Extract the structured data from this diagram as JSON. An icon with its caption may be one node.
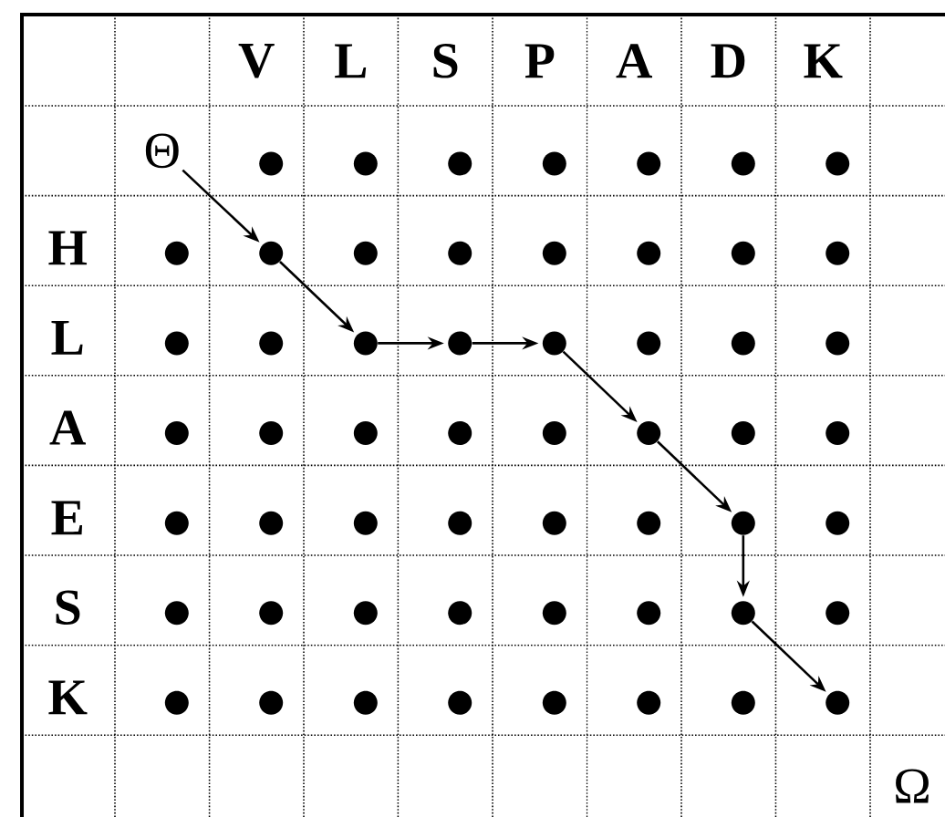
{
  "diagram": {
    "nodes": [
      {
        "text": [
          "Θ"
        ]
      },
      {
        "text": [],
        "shape": "circle"
      },
      {
        "text": [],
        "shape": "circle"
      },
      {
        "text": [],
        "shape": "circle"
      },
      {
        "text": [],
        "shape": "circle"
      },
      {
        "text": [],
        "shape": "circle"
      },
      {
        "text": [],
        "shape": "circle"
      },
      {
        "text": [],
        "shape": "circle"
      },
      {
        "text": [],
        "shape": "circle"
      },
      {
        "text": [],
        "shape": "circle"
      },
      {
        "text": [],
        "shape": "circle"
      },
      {
        "text": [],
        "shape": "circle"
      },
      {
        "text": [],
        "shape": "circle"
      },
      {
        "text": [],
        "shape": "circle"
      },
      {
        "text": [],
        "shape": "circle"
      },
      {
        "text": [],
        "shape": "circle"
      },
      {
        "text": [],
        "shape": "circle"
      },
      {
        "text": [],
        "shape": "circle"
      },
      {
        "text": [],
        "shape": "circle"
      },
      {
        "text": [],
        "shape": "circle"
      },
      {
        "text": [],
        "shape": "circle"
      },
      {
        "text": [],
        "shape": "circle"
      },
      {
        "text": [],
        "shape": "circle"
      },
      {
        "text": [],
        "shape": "circle"
      },
      {
        "text": [],
        "shape": "circle"
      },
      {
        "text": [],
        "shape": "circle"
      },
      {
        "text": [],
        "shape": "circle"
      },
      {
        "text": [],
        "shape": "circle"
      },
      {
        "text": [],
        "shape": "circle"
      },
      {
        "text": [],
        "shape": "circle"
      },
      {
        "text": [],
        "shape": "circle"
      },
      {
        "text": [],
        "shape": "circle"
      },
      {
        "text": [],
        "shape": "circle"
      },
      {
        "text": [],
        "shape": "circle"
      },
      {
        "text": [],
        "shape": "circle"
      },
      {
        "text": [],
        "shape": "circle"
      },
      {
        "text": [],
        "shape": "circle"
      },
      {
        "text": [],
        "shape": "circle"
      },
      {
        "text": [],
        "shape": "circle"
      },
      {
        "text": [],
        "shape": "circle"
      },
      {
        "text": [],
        "shape": "circle"
      },
      {
        "text": [],
        "shape": "circle"
      },
      {
        "text": [],
        "shape": "circle"
      },
      {
        "text": [],
        "shape": "circle"
      },
      {
        "text": [],
        "shape": "circle"
      },
      {
        "text": [],
        "shape": "circle"
      },
      {
        "text": [],
        "shape": "circle"
      },
      {
        "text": [],
        "shape": "circle"
      },
      {
        "text": [],
        "shape": "circle"
      },
      {
        "text": [],
        "shape": "circle"
      },
      {
        "text": [],
        "shape": "circle"
      },
      {
        "text": [],
        "shape": "circle"
      },
      {
        "text": [],
        "shape": "circle"
      },
      {
        "text": [],
        "shape": "circle"
      },
      {
        "text": [],
        "shape": "circle"
      },
      {
        "text": [],
        "shape": "circle"
      }
    ],
    "edges": [
      {
        "from": 0,
        "to": 9,
        "arrow": "to"
      },
      {
        "from": 9,
        "to": 18,
        "arrow": "to"
      },
      {
        "from": 18,
        "to": 19,
        "arrow": "to"
      },
      {
        "from": 19,
        "to": 20,
        "arrow": "to"
      },
      {
        "from": 20,
        "to": 29,
        "arrow": "to"
      },
      {
        "from": 29,
        "to": 38,
        "arrow": "to"
      },
      {
        "from": 38,
        "to": 46,
        "arrow": "to"
      },
      {
        "from": 46,
        "to": 55,
        "arrow": "to"
      }
    ],
    "labels": [
      "V",
      "L",
      "S",
      "P",
      "A",
      "D",
      "K",
      "H",
      "L",
      "A",
      "E",
      "S",
      "K",
      "Ω"
    ]
  }
}
